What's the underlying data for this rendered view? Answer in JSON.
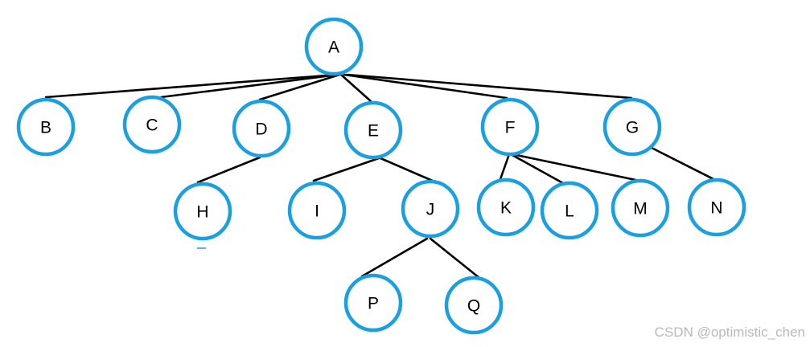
{
  "colors": {
    "node_stroke": "#1a9fe0",
    "edge": "#000000"
  },
  "tree": {
    "nodes": [
      {
        "id": "A",
        "label": "A"
      },
      {
        "id": "B",
        "label": "B"
      },
      {
        "id": "C",
        "label": "C"
      },
      {
        "id": "D",
        "label": "D"
      },
      {
        "id": "E",
        "label": "E"
      },
      {
        "id": "F",
        "label": "F"
      },
      {
        "id": "G",
        "label": "G"
      },
      {
        "id": "H",
        "label": "H"
      },
      {
        "id": "I",
        "label": "I"
      },
      {
        "id": "J",
        "label": "J"
      },
      {
        "id": "K",
        "label": "K"
      },
      {
        "id": "L",
        "label": "L"
      },
      {
        "id": "M",
        "label": "M"
      },
      {
        "id": "N",
        "label": "N"
      },
      {
        "id": "P",
        "label": "P"
      },
      {
        "id": "Q",
        "label": "Q"
      }
    ],
    "edges": [
      {
        "from": "A",
        "to": "B"
      },
      {
        "from": "A",
        "to": "C"
      },
      {
        "from": "A",
        "to": "D"
      },
      {
        "from": "A",
        "to": "E"
      },
      {
        "from": "A",
        "to": "F"
      },
      {
        "from": "A",
        "to": "G"
      },
      {
        "from": "D",
        "to": "H"
      },
      {
        "from": "E",
        "to": "I"
      },
      {
        "from": "E",
        "to": "J"
      },
      {
        "from": "F",
        "to": "K"
      },
      {
        "from": "F",
        "to": "L"
      },
      {
        "from": "F",
        "to": "M"
      },
      {
        "from": "G",
        "to": "N"
      },
      {
        "from": "J",
        "to": "P"
      },
      {
        "from": "J",
        "to": "Q"
      }
    ]
  },
  "watermark": "CSDN @optimistic_chen"
}
